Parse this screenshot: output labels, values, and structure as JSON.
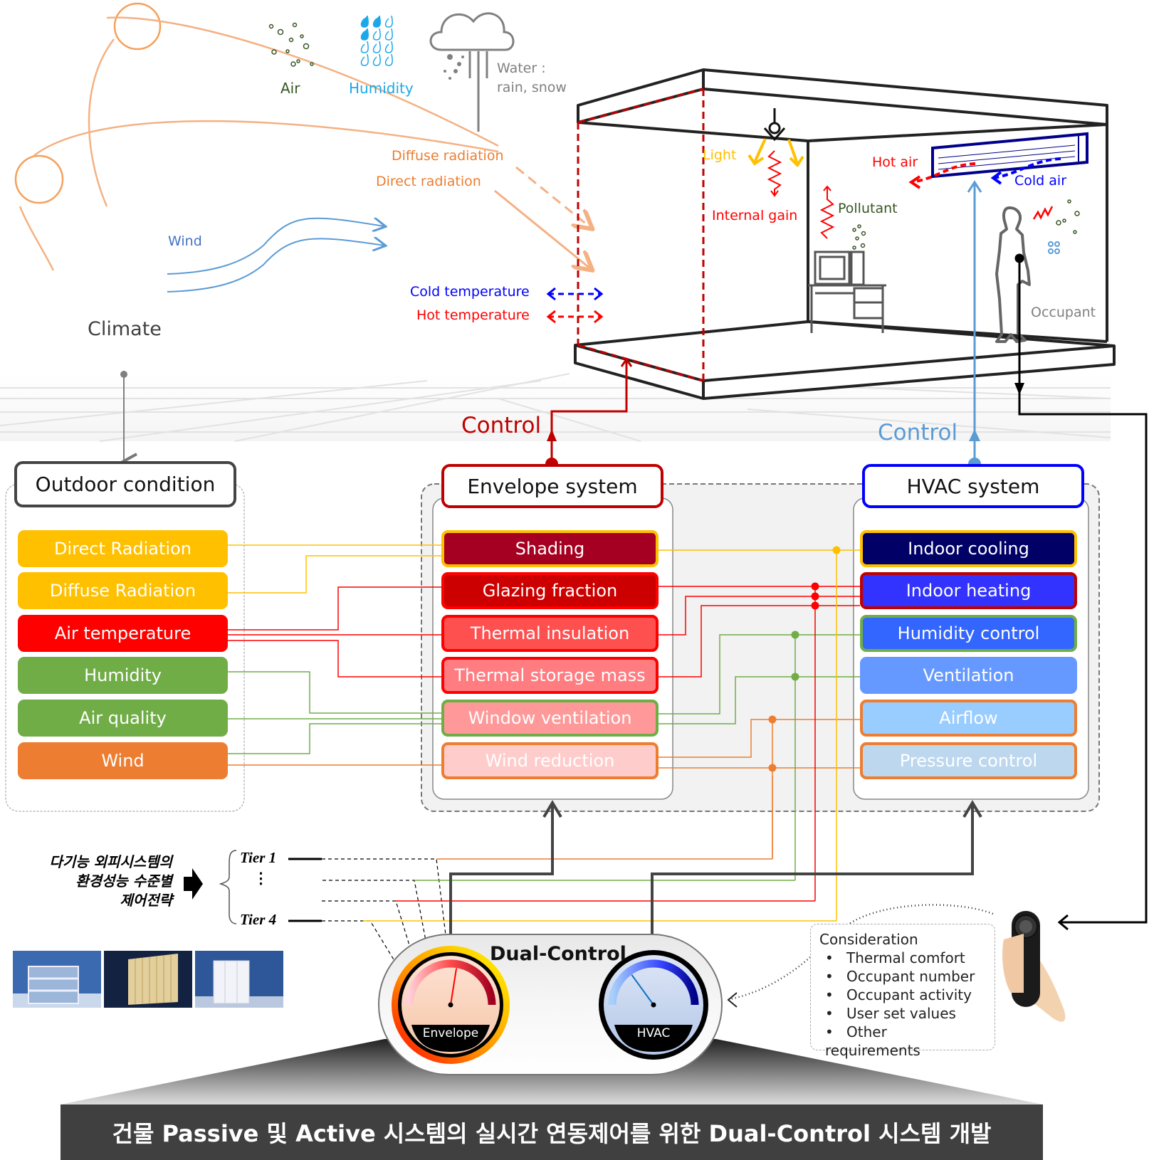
{
  "climate": {
    "title": "Climate",
    "labels": {
      "air": "Air",
      "humidity": "Humidity",
      "water": "Water :",
      "water_types": "rain, snow",
      "diffuse_radiation": "Diffuse radiation",
      "direct_radiation": "Direct radiation",
      "wind": "Wind",
      "cold_temperature": "Cold temperature",
      "hot_temperature": "Hot temperature"
    }
  },
  "room": {
    "labels": {
      "light": "Light",
      "internal_gain": "Internal gain",
      "pollutant": "Pollutant",
      "hot_air": "Hot air",
      "cold_air": "Cold air",
      "occupant": "Occupant"
    }
  },
  "control": {
    "envelope_label": "Control",
    "hvac_label": "Control"
  },
  "outdoor": {
    "title": "Outdoor condition",
    "items": [
      {
        "label": "Direct Radiation",
        "color": "#FFC000"
      },
      {
        "label": "Diffuse Radiation",
        "color": "#FFC000"
      },
      {
        "label": "Air temperature",
        "color": "#FF0000"
      },
      {
        "label": "Humidity",
        "color": "#70AD47"
      },
      {
        "label": "Air quality",
        "color": "#70AD47"
      },
      {
        "label": "Wind",
        "color": "#ED7D31"
      }
    ]
  },
  "envelope": {
    "title": "Envelope system",
    "accent": "#C00000",
    "items": [
      {
        "label": "Shading",
        "fill": "#A50021",
        "border": "#FFC000"
      },
      {
        "label": "Glazing fraction",
        "fill": "#CC0000",
        "border": "#FF0000"
      },
      {
        "label": "Thermal insulation",
        "fill": "#FF5050",
        "border": "#FF0000"
      },
      {
        "label": "Thermal storage mass",
        "fill": "#FF7C80",
        "border": "#FF0000"
      },
      {
        "label": "Window ventilation",
        "fill": "#FF9999",
        "border": "#70AD47"
      },
      {
        "label": "Wind reduction",
        "fill": "#FFCCCC",
        "border": "#ED7D31"
      }
    ]
  },
  "hvac": {
    "title": "HVAC system",
    "accent": "#0000FF",
    "items": [
      {
        "label": "Indoor cooling",
        "fill": "#000066",
        "border": "#FFC000"
      },
      {
        "label": "Indoor heating",
        "fill": "#3333FF",
        "border": "#C00000"
      },
      {
        "label": "Humidity control",
        "fill": "#3366FF",
        "border": "#70AD47"
      },
      {
        "label": "Ventilation",
        "fill": "#6699FF",
        "border": "#6699FF"
      },
      {
        "label": "Airflow",
        "fill": "#99CCFF",
        "border": "#ED7D31"
      },
      {
        "label": "Pressure control",
        "fill": "#BDD7EE",
        "border": "#ED7D31"
      }
    ]
  },
  "strategy": {
    "note_lines": [
      "다기능 외피시스템의",
      "환경성능 수준별",
      "제어전략"
    ],
    "tier_first": "Tier 1",
    "tier_ellipsis": "⋮",
    "tier_last": "Tier 4"
  },
  "dual_control": {
    "title": "Dual-Control",
    "envelope_gauge": {
      "label": "Envelope",
      "needle_fraction": 0.55
    },
    "hvac_gauge": {
      "label": "HVAC",
      "needle_fraction": 0.3
    }
  },
  "consideration": {
    "title": "Consideration",
    "items": [
      "Thermal comfort",
      "Occupant number",
      "Occupant activity",
      "User set values",
      "Other requirements"
    ]
  },
  "banner": {
    "text": "건물 Passive 및 Active 시스템의 실시간 연동제어를 위한 Dual-Control 시스템 개발"
  },
  "colors": {
    "sun": "#F4B183",
    "sun_stroke": "#F5A05A",
    "radiation_text": "#ED7D31",
    "wind": "#5B9BD5",
    "cold": "#0000FF",
    "hot": "#FF0000",
    "envelope_red": "#C00000",
    "hvac_blue": "#5B9BD5"
  }
}
